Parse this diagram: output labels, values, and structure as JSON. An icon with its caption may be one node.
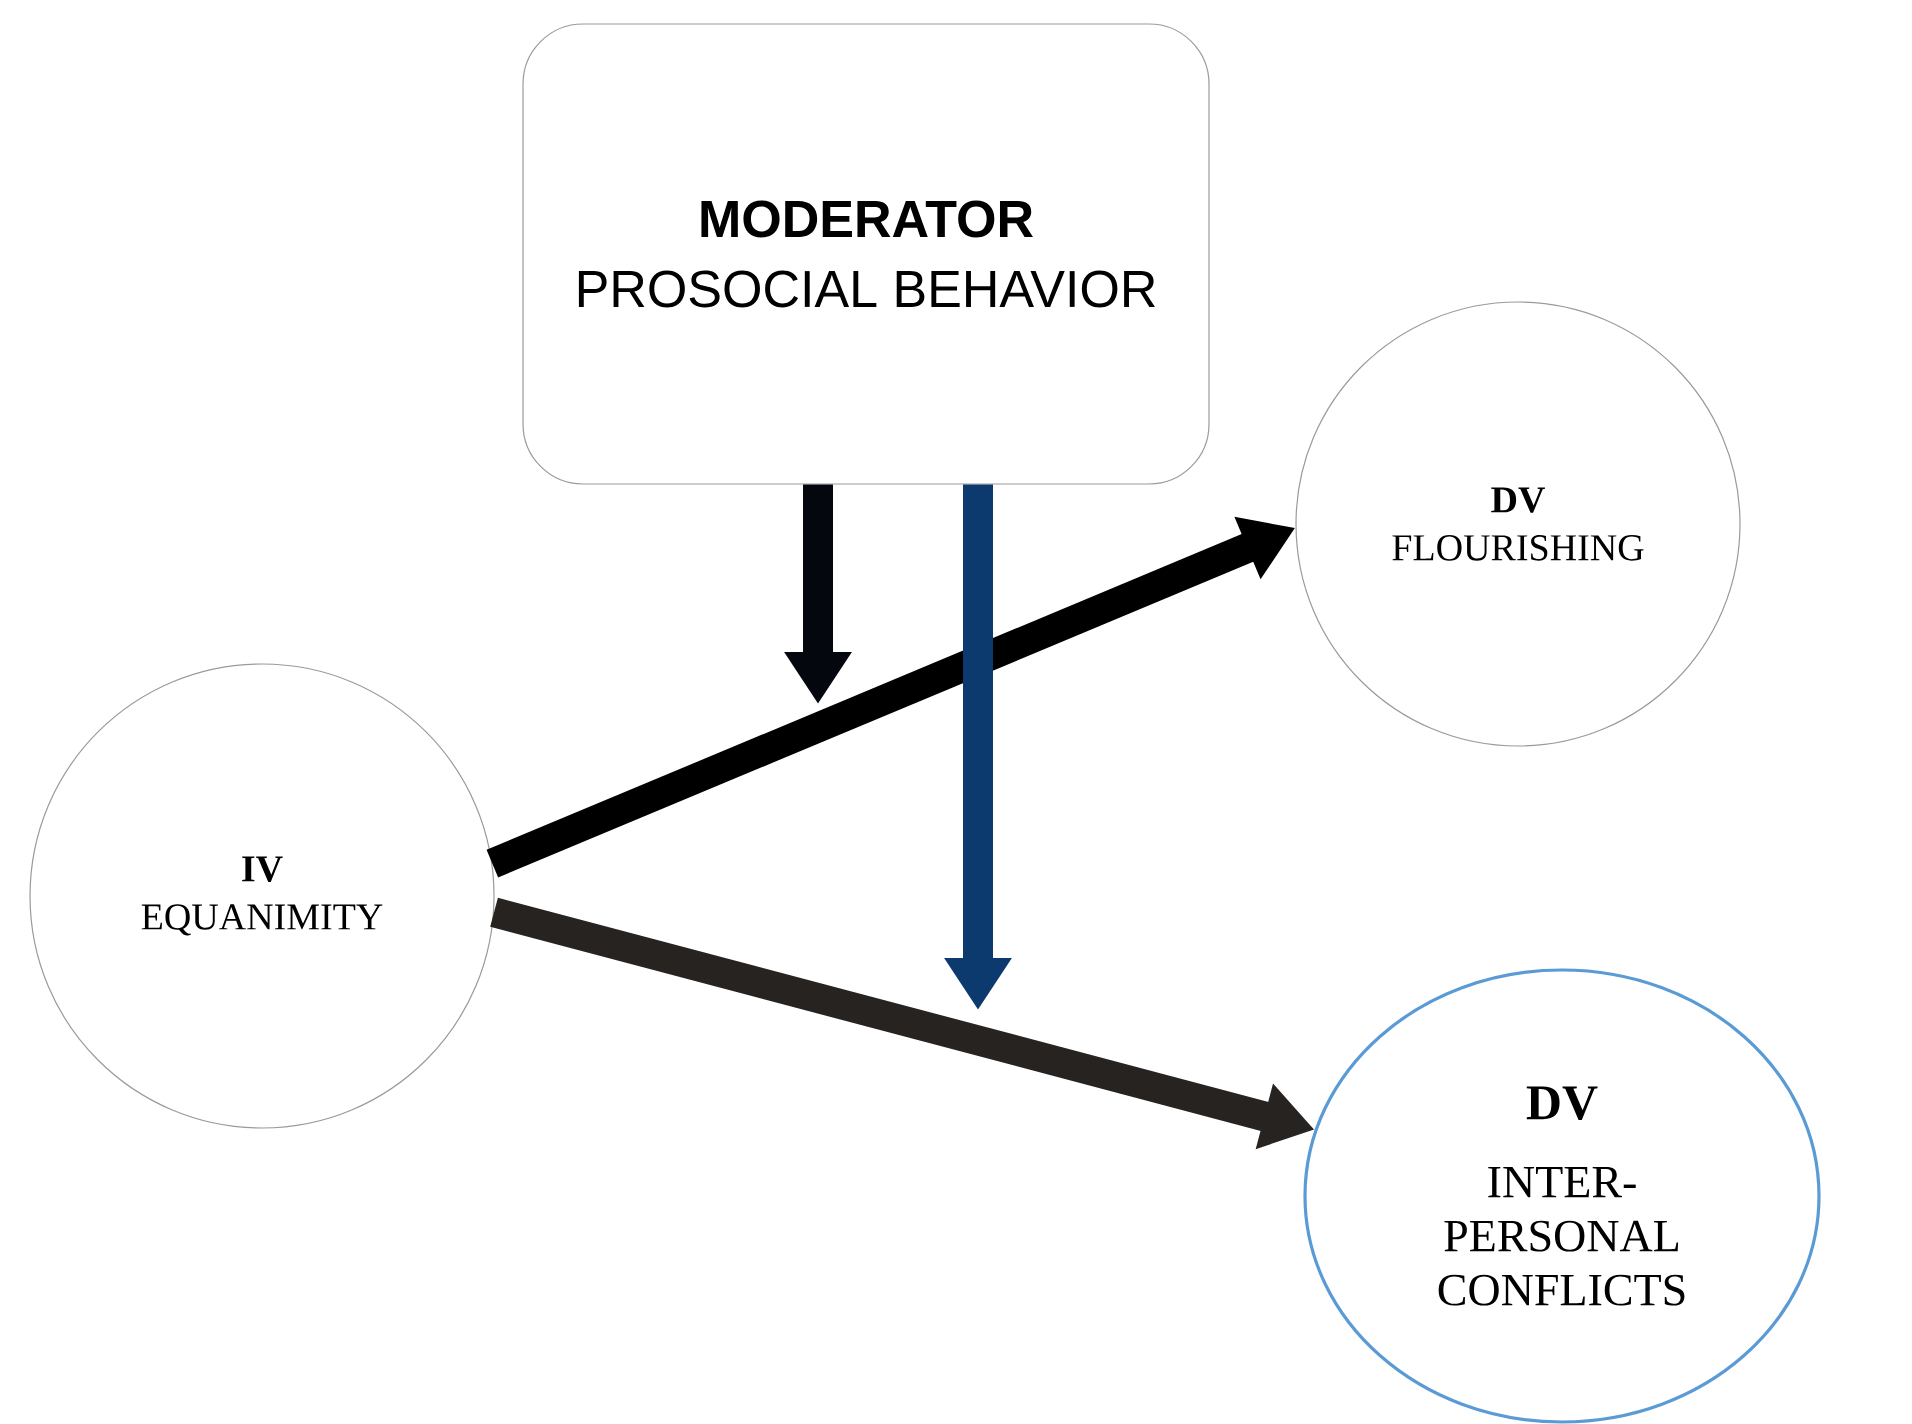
{
  "diagram": {
    "nodes": [
      {
        "text": [
          "MODERATOR",
          "PROSOCIAL BEHAVIOR"
        ]
      },
      {
        "text": [
          "IV",
          "EQUANIMITY"
        ]
      },
      {
        "text": [
          "DV",
          "FLOURISHING"
        ]
      },
      {
        "text": [
          "DV",
          "INTER- PERSONAL CONFLICTS"
        ]
      }
    ],
    "edges": [
      {
        "from": 1,
        "to": 2,
        "arrow": "to",
        "color": "#000000"
      },
      {
        "from": 1,
        "to": 3,
        "arrow": "to",
        "color": "#262320"
      },
      {
        "from": 0,
        "to": null,
        "arrow": "to",
        "color": "#05070f"
      },
      {
        "from": 0,
        "to": null,
        "arrow": "to",
        "color": "#0d3a6e"
      }
    ]
  }
}
